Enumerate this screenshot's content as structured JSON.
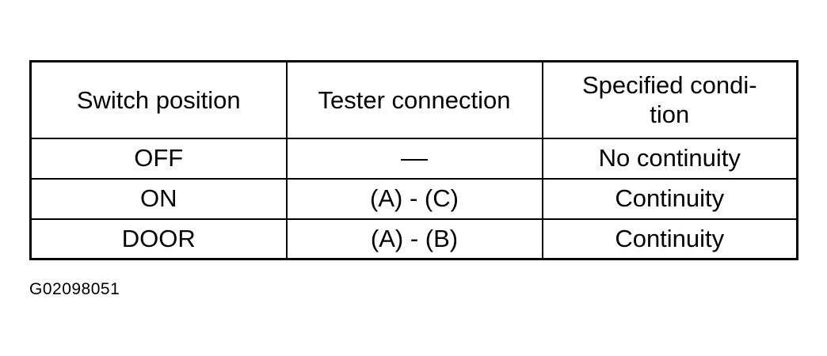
{
  "table": {
    "headers": [
      "Switch position",
      "Tester connection",
      "Specified condi-\ntion"
    ],
    "rows": [
      [
        "OFF",
        "—",
        "No continuity"
      ],
      [
        "ON",
        "(A) - (C)",
        "Continuity"
      ],
      [
        "DOOR",
        "(A) - (B)",
        "Continuity"
      ]
    ]
  },
  "figure_id": "G02098051"
}
